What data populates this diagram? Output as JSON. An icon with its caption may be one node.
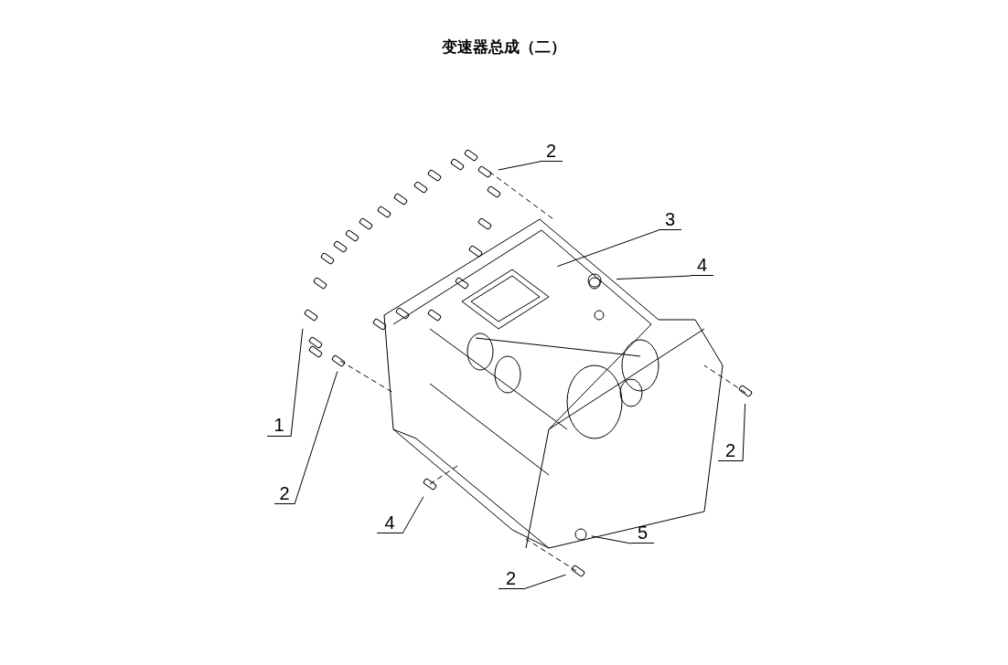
{
  "diagram": {
    "title": "变速器总成（二）",
    "nodes": [
      {
        "text": [
          "2"
        ]
      },
      {
        "text": [
          "3"
        ]
      },
      {
        "text": [
          "4"
        ]
      },
      {
        "text": [
          "1"
        ]
      },
      {
        "text": [
          "2"
        ]
      },
      {
        "text": [
          "2"
        ]
      },
      {
        "text": [
          "4"
        ]
      },
      {
        "text": [
          "5"
        ]
      },
      {
        "text": [
          "2"
        ]
      }
    ],
    "edges": [
      {
        "from": 0,
        "to": null,
        "arrow": "none"
      },
      {
        "from": 1,
        "to": null,
        "arrow": "none"
      },
      {
        "from": 2,
        "to": null,
        "arrow": "none"
      },
      {
        "from": 3,
        "to": null,
        "arrow": "none"
      },
      {
        "from": 4,
        "to": null,
        "arrow": "none"
      },
      {
        "from": 5,
        "to": null,
        "arrow": "none"
      },
      {
        "from": 6,
        "to": null,
        "arrow": "none"
      },
      {
        "from": 7,
        "to": null,
        "arrow": "none"
      },
      {
        "from": 8,
        "to": null,
        "arrow": "none"
      }
    ]
  }
}
